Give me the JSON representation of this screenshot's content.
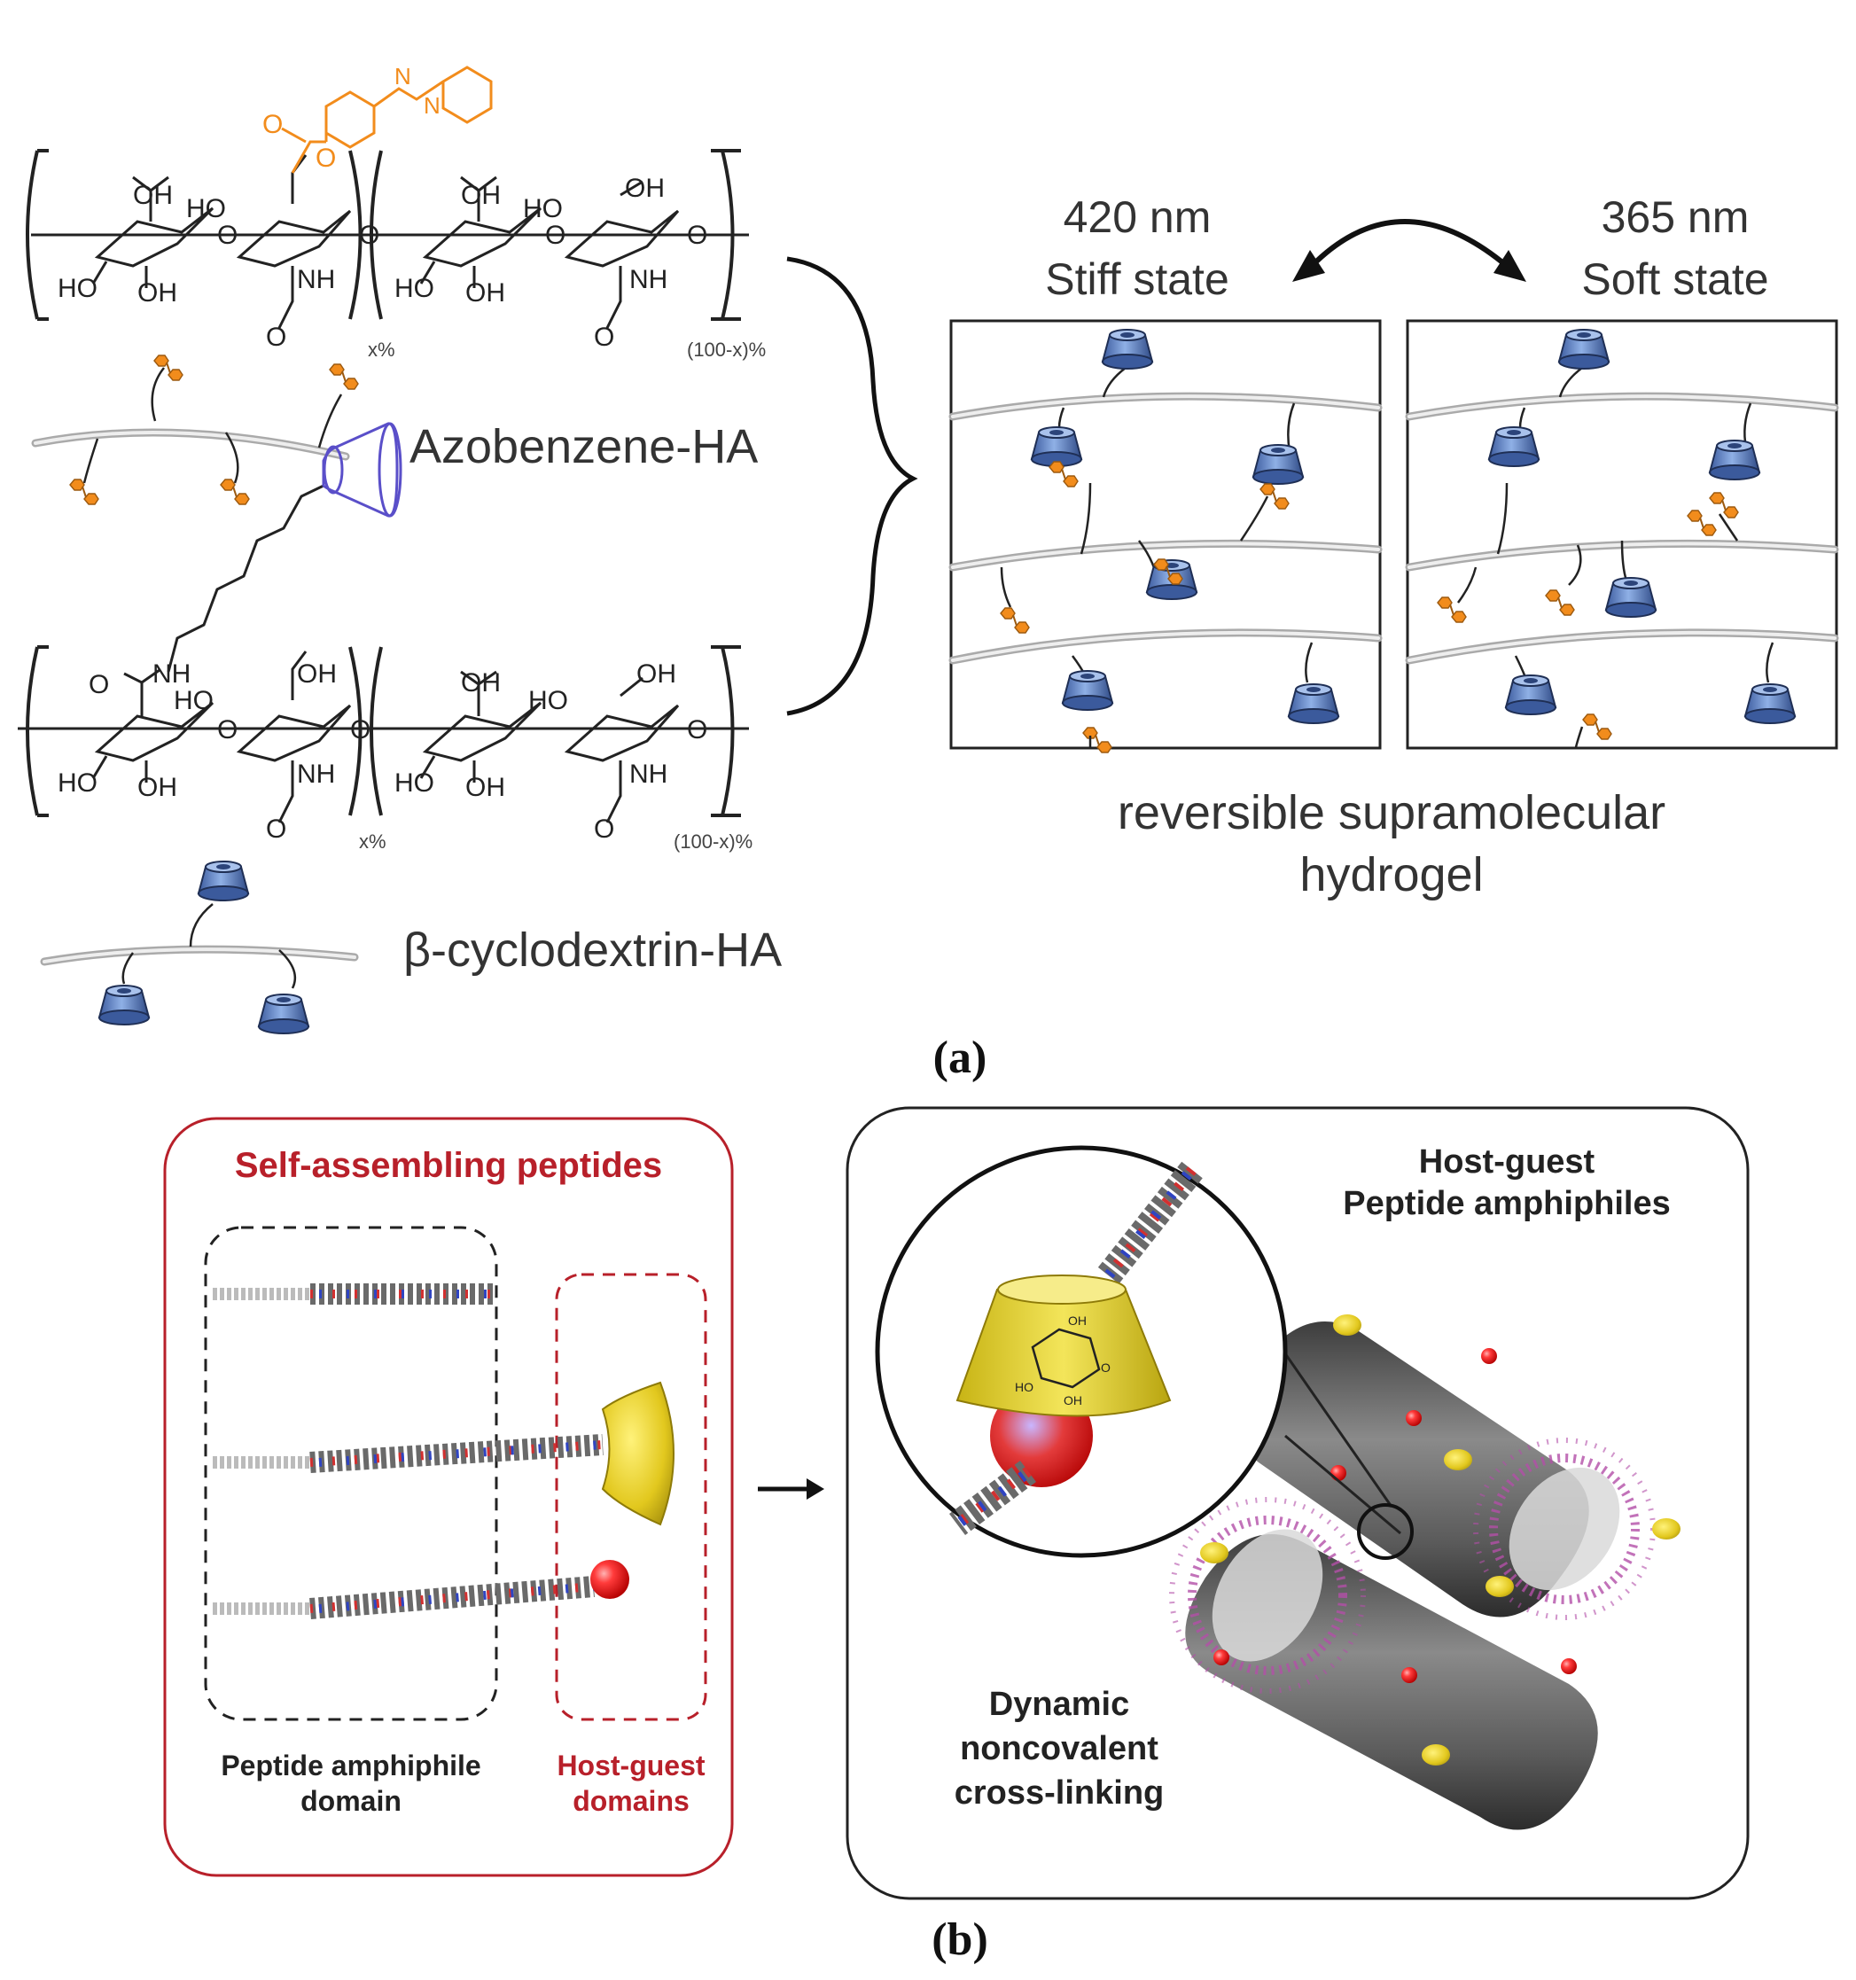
{
  "panel_a": {
    "caption": "(a)",
    "azo": {
      "label": "Azobenzene-HA",
      "x_percent": "x%",
      "rest_percent": "(100-x)%",
      "atoms": {
        "oh": "OH",
        "ho": "HO",
        "o": "O",
        "nh": "NH",
        "n": "N"
      }
    },
    "cd": {
      "label": "β-cyclodextrin-HA",
      "x_percent": "x%",
      "rest_percent": "(100-x)%"
    },
    "states": {
      "stiff_wavelength": "420 nm",
      "stiff_label": "Stiff state",
      "soft_wavelength": "365 nm",
      "soft_label": "Soft state"
    },
    "hydrogel_line1": "reversible supramolecular",
    "hydrogel_line2": "hydrogel"
  },
  "panel_b": {
    "caption": "(b)",
    "peptides_title": "Self-assembling peptides",
    "pa_domain_line1": "Peptide amphiphile",
    "pa_domain_line2": "domain",
    "hg_domain_line1": "Host-guest",
    "hg_domain_line2": "domains",
    "hgpa_line1": "Host-guest",
    "hgpa_line2": "Peptide amphiphiles",
    "dyn_line1": "Dynamic",
    "dyn_line2": "noncovalent",
    "dyn_line3": "cross-linking",
    "zoom_atoms": {
      "oh": "OH",
      "ho": "HO",
      "o": "O"
    }
  },
  "colors": {
    "azobenzene": "#f28c1c",
    "cyclodextrin": "#4f74b8",
    "cd_outline": "#5a4fc9",
    "host_red": "#b8202a",
    "gold": "#d8c31f",
    "guest_red": "#e52222",
    "fiber": "#5e5e5e"
  }
}
